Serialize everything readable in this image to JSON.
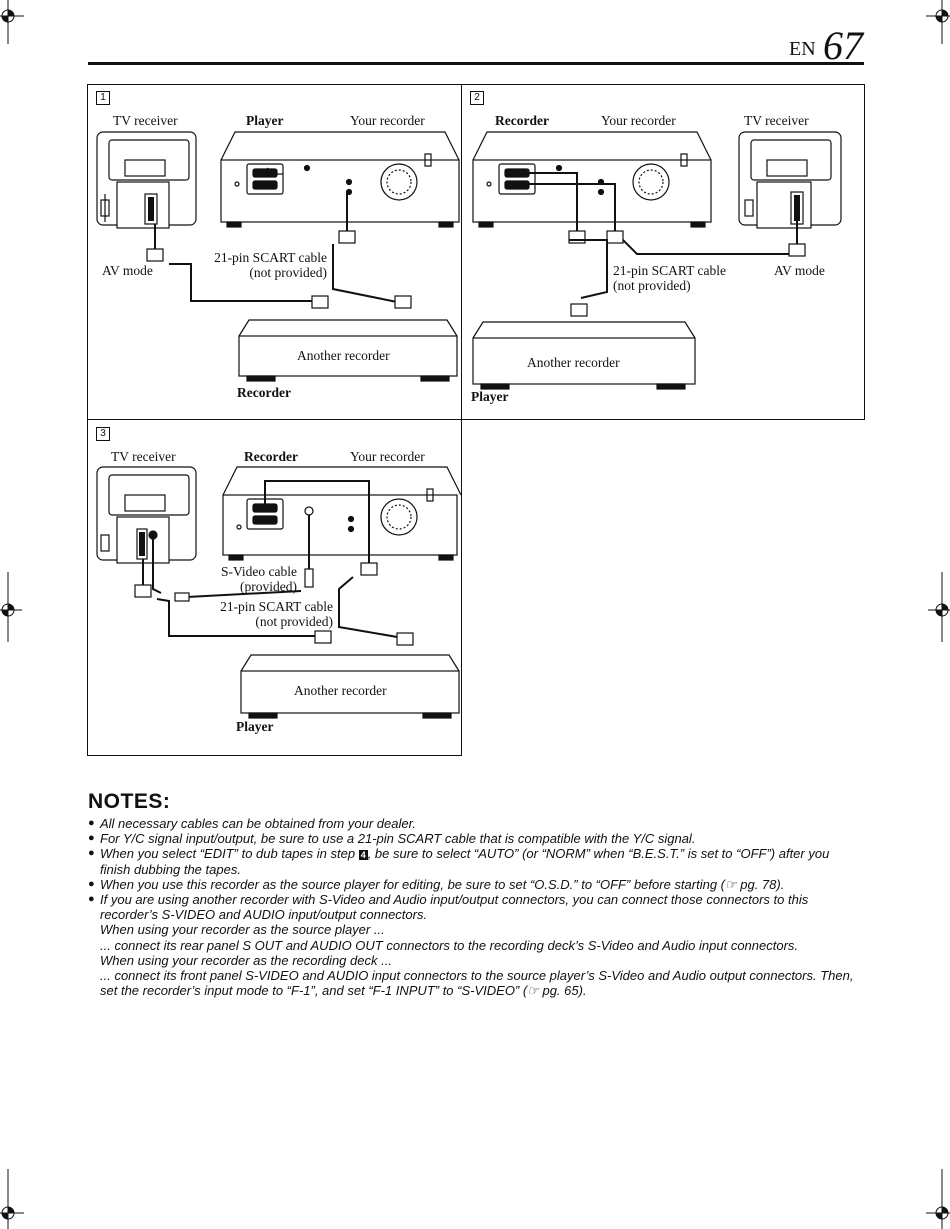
{
  "header": {
    "lang": "EN",
    "page_number": "67"
  },
  "panels": {
    "p1": {
      "number": "1",
      "tv_label": "TV receiver",
      "deck_role": "Player",
      "your_recorder": "Your recorder",
      "scart_line1": "21-pin SCART cable",
      "scart_line2": "(not provided)",
      "av_mode": "AV mode",
      "another": "Another recorder",
      "bottom_role": "Recorder"
    },
    "p2": {
      "number": "2",
      "deck_role": "Recorder",
      "your_recorder": "Your recorder",
      "tv_label": "TV receiver",
      "scart_line1": "21-pin SCART cable",
      "scart_line2": "(not provided)",
      "av_mode": "AV mode",
      "another": "Another recorder",
      "bottom_role": "Player"
    },
    "p3": {
      "number": "3",
      "tv_label": "TV receiver",
      "deck_role": "Recorder",
      "your_recorder": "Your recorder",
      "svideo_line1": "S-Video cable",
      "svideo_line2": "(provided)",
      "scart_line1": "21-pin SCART cable",
      "scart_line2": "(not provided)",
      "another": "Another recorder",
      "bottom_role": "Player"
    }
  },
  "notes": {
    "title": "NOTES:",
    "n1": "All necessary cables can be obtained from your dealer.",
    "n2": "For Y/C signal input/output, be sure to use a 21-pin SCART cable that is compatible with the Y/C signal.",
    "n3_a": "When you select “EDIT” to dub tapes in step",
    "n3_step": "4",
    "n3_b": ", be sure to select “AUTO” (or “NORM” when “B.E.S.T.” is set to “OFF”) after you",
    "n3_c": "finish dubbing the tapes.",
    "n4": "When you use this recorder as the source player for editing, be sure to set “O.S.D.” to “OFF” before starting (☞ pg. 78).",
    "n5_1": "If you are using another recorder with S-Video and Audio input/output connectors, you can connect those connectors to this",
    "n5_2": "recorder’s S-VIDEO and AUDIO input/output connectors.",
    "n5_3": "When using your recorder as the source player ...",
    "n5_4": "... connect its rear panel S OUT and AUDIO OUT connectors to the recording deck’s S-Video and Audio input connectors.",
    "n5_5": "When using your recorder as the recording deck ...",
    "n5_6": "... connect its front panel S-VIDEO and AUDIO input connectors to the source player’s S-Video and Audio output connectors. Then,",
    "n5_7": "set the recorder’s input mode to “F-1”, and set “F-1 INPUT” to “S-VIDEO” (☞ pg. 65)."
  }
}
